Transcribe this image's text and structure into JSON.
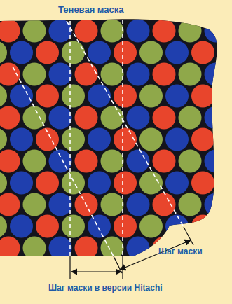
{
  "diagram": {
    "title": "Теневая маска",
    "labels": [
      "Шаг маски",
      "Шаг маски в версии Hitachi"
    ]
  }
}
